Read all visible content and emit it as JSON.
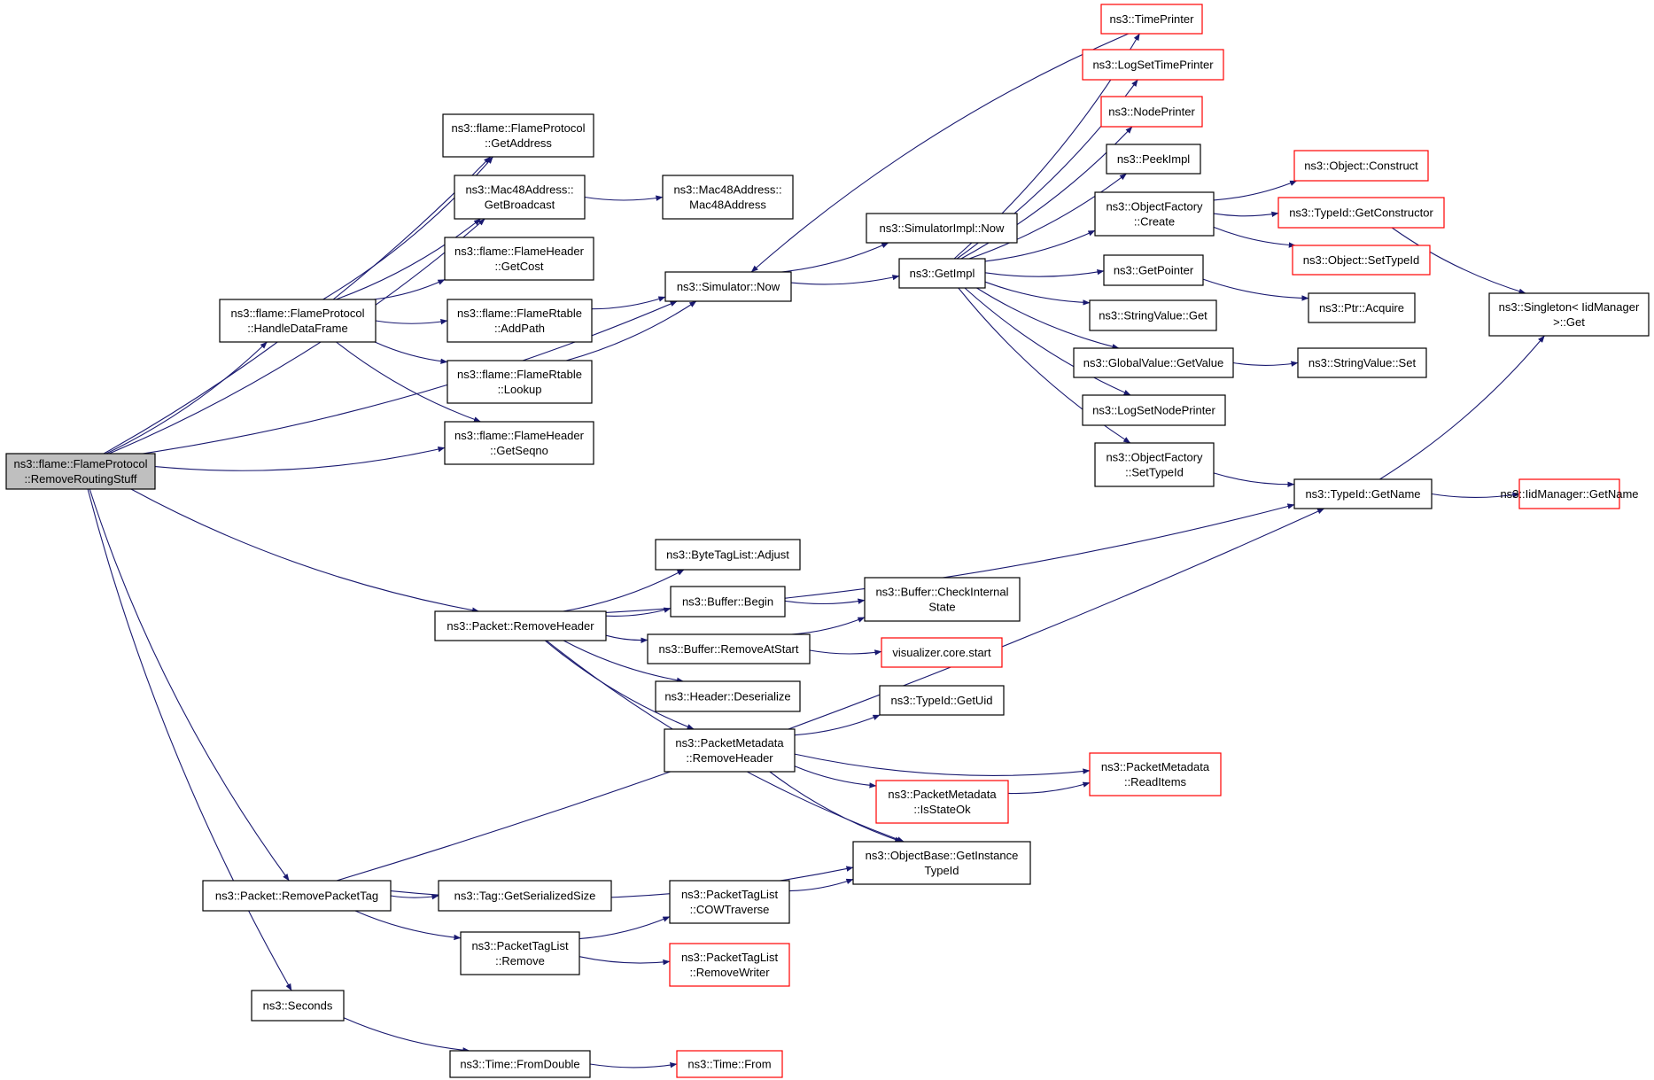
{
  "colors": {
    "edge": "#191970",
    "normal_border": "#000000",
    "truncated_border": "#ff0000",
    "root_fill": "#bfbfbf",
    "node_fill": "#ffffff"
  },
  "nodes": [
    {
      "id": "root",
      "lines": [
        "ns3::flame::FlameProtocol",
        "::RemoveRoutingStuff"
      ],
      "style": "root"
    },
    {
      "id": "getAddress",
      "lines": [
        "ns3::flame::FlameProtocol",
        "::GetAddress"
      ],
      "style": "normal"
    },
    {
      "id": "getBroadcast",
      "lines": [
        "ns3::Mac48Address::",
        "GetBroadcast"
      ],
      "style": "normal"
    },
    {
      "id": "mac48",
      "lines": [
        "ns3::Mac48Address::",
        "Mac48Address"
      ],
      "style": "normal"
    },
    {
      "id": "getCost",
      "lines": [
        "ns3::flame::FlameHeader",
        "::GetCost"
      ],
      "style": "normal"
    },
    {
      "id": "handleDF",
      "lines": [
        "ns3::flame::FlameProtocol",
        "::HandleDataFrame"
      ],
      "style": "normal"
    },
    {
      "id": "addPath",
      "lines": [
        "ns3::flame::FlameRtable",
        "::AddPath"
      ],
      "style": "normal"
    },
    {
      "id": "lookup",
      "lines": [
        "ns3::flame::FlameRtable",
        "::Lookup"
      ],
      "style": "normal"
    },
    {
      "id": "getSeqno",
      "lines": [
        "ns3::flame::FlameHeader",
        "::GetSeqno"
      ],
      "style": "normal"
    },
    {
      "id": "simNow",
      "lines": [
        "ns3::Simulator::Now"
      ],
      "style": "normal"
    },
    {
      "id": "simImplNow",
      "lines": [
        "ns3::SimulatorImpl::Now"
      ],
      "style": "normal"
    },
    {
      "id": "getImpl",
      "lines": [
        "ns3::GetImpl"
      ],
      "style": "normal"
    },
    {
      "id": "timePrinter",
      "lines": [
        "ns3::TimePrinter"
      ],
      "style": "truncated"
    },
    {
      "id": "logSetTimePrinter",
      "lines": [
        "ns3::LogSetTimePrinter"
      ],
      "style": "truncated"
    },
    {
      "id": "nodePrinter",
      "lines": [
        "ns3::NodePrinter"
      ],
      "style": "truncated"
    },
    {
      "id": "peekImpl",
      "lines": [
        "ns3::PeekImpl"
      ],
      "style": "normal"
    },
    {
      "id": "ofCreate",
      "lines": [
        "ns3::ObjectFactory",
        "::Create"
      ],
      "style": "normal"
    },
    {
      "id": "objConstruct",
      "lines": [
        "ns3::Object::Construct"
      ],
      "style": "truncated"
    },
    {
      "id": "getConstructor",
      "lines": [
        "ns3::TypeId::GetConstructor"
      ],
      "style": "truncated"
    },
    {
      "id": "setTypeId",
      "lines": [
        "ns3::Object::SetTypeId"
      ],
      "style": "truncated"
    },
    {
      "id": "getPointer",
      "lines": [
        "ns3::GetPointer"
      ],
      "style": "normal"
    },
    {
      "id": "ptrAcquire",
      "lines": [
        "ns3::Ptr::Acquire"
      ],
      "style": "normal"
    },
    {
      "id": "stringValueGet",
      "lines": [
        "ns3::StringValue::Get"
      ],
      "style": "normal"
    },
    {
      "id": "globalGetValue",
      "lines": [
        "ns3::GlobalValue::GetValue"
      ],
      "style": "normal"
    },
    {
      "id": "stringValueSet",
      "lines": [
        "ns3::StringValue::Set"
      ],
      "style": "normal"
    },
    {
      "id": "logSetNodePrinter",
      "lines": [
        "ns3::LogSetNodePrinter"
      ],
      "style": "normal"
    },
    {
      "id": "ofSetTypeId",
      "lines": [
        "ns3::ObjectFactory",
        "::SetTypeId"
      ],
      "style": "normal"
    },
    {
      "id": "singleton",
      "lines": [
        "ns3::Singleton< IidManager",
        " >::Get"
      ],
      "style": "normal"
    },
    {
      "id": "typeIdGetName",
      "lines": [
        "ns3::TypeId::GetName"
      ],
      "style": "normal"
    },
    {
      "id": "iidGetName",
      "lines": [
        "ns3::IidManager::GetName"
      ],
      "style": "truncated"
    },
    {
      "id": "pktRemoveHeader",
      "lines": [
        "ns3::Packet::RemoveHeader"
      ],
      "style": "normal"
    },
    {
      "id": "byteTagAdjust",
      "lines": [
        "ns3::ByteTagList::Adjust"
      ],
      "style": "normal"
    },
    {
      "id": "bufferBegin",
      "lines": [
        "ns3::Buffer::Begin"
      ],
      "style": "normal"
    },
    {
      "id": "checkInternal",
      "lines": [
        "ns3::Buffer::CheckInternal",
        "State"
      ],
      "style": "normal"
    },
    {
      "id": "removeAtStart",
      "lines": [
        "ns3::Buffer::RemoveAtStart"
      ],
      "style": "normal"
    },
    {
      "id": "vizStart",
      "lines": [
        "visualizer.core.start"
      ],
      "style": "truncated"
    },
    {
      "id": "headerDeserialize",
      "lines": [
        "ns3::Header::Deserialize"
      ],
      "style": "normal"
    },
    {
      "id": "typeIdGetUid",
      "lines": [
        "ns3::TypeId::GetUid"
      ],
      "style": "normal"
    },
    {
      "id": "pmRemoveHeader",
      "lines": [
        "ns3::PacketMetadata",
        "::RemoveHeader"
      ],
      "style": "normal"
    },
    {
      "id": "pmReadItems",
      "lines": [
        "ns3::PacketMetadata",
        "::ReadItems"
      ],
      "style": "truncated"
    },
    {
      "id": "pmIsStateOk",
      "lines": [
        "ns3::PacketMetadata",
        "::IsStateOk"
      ],
      "style": "truncated"
    },
    {
      "id": "objBaseGetIT",
      "lines": [
        "ns3::ObjectBase::GetInstance",
        "TypeId"
      ],
      "style": "normal"
    },
    {
      "id": "pktRemoveTag",
      "lines": [
        "ns3::Packet::RemovePacketTag"
      ],
      "style": "normal"
    },
    {
      "id": "tagSerSize",
      "lines": [
        "ns3::Tag::GetSerializedSize"
      ],
      "style": "normal"
    },
    {
      "id": "ptlCOW",
      "lines": [
        "ns3::PacketTagList",
        "::COWTraverse"
      ],
      "style": "normal"
    },
    {
      "id": "ptlRemove",
      "lines": [
        "ns3::PacketTagList",
        "::Remove"
      ],
      "style": "normal"
    },
    {
      "id": "ptlRemoveWriter",
      "lines": [
        "ns3::PacketTagList",
        "::RemoveWriter"
      ],
      "style": "truncated"
    },
    {
      "id": "seconds",
      "lines": [
        "ns3::Seconds"
      ],
      "style": "normal"
    },
    {
      "id": "timeFromDouble",
      "lines": [
        "ns3::Time::FromDouble"
      ],
      "style": "normal"
    },
    {
      "id": "timeFrom",
      "lines": [
        "ns3::Time::From"
      ],
      "style": "truncated"
    }
  ],
  "edges": [
    {
      "from": "root",
      "to": "getAddress"
    },
    {
      "from": "root",
      "to": "getBroadcast"
    },
    {
      "from": "root",
      "to": "handleDF"
    },
    {
      "from": "root",
      "to": "getSeqno"
    },
    {
      "from": "root",
      "to": "simNow"
    },
    {
      "from": "root",
      "to": "pktRemoveHeader"
    },
    {
      "from": "root",
      "to": "pktRemoveTag"
    },
    {
      "from": "root",
      "to": "seconds"
    },
    {
      "from": "handleDF",
      "to": "getAddress"
    },
    {
      "from": "handleDF",
      "to": "getBroadcast"
    },
    {
      "from": "handleDF",
      "to": "getCost"
    },
    {
      "from": "handleDF",
      "to": "addPath"
    },
    {
      "from": "handleDF",
      "to": "lookup"
    },
    {
      "from": "handleDF",
      "to": "getSeqno"
    },
    {
      "from": "getBroadcast",
      "to": "mac48"
    },
    {
      "from": "addPath",
      "to": "simNow"
    },
    {
      "from": "lookup",
      "to": "simNow"
    },
    {
      "from": "simNow",
      "to": "simImplNow"
    },
    {
      "from": "simNow",
      "to": "getImpl"
    },
    {
      "from": "timePrinter",
      "to": "simNow"
    },
    {
      "from": "getImpl",
      "to": "timePrinter"
    },
    {
      "from": "getImpl",
      "to": "logSetTimePrinter"
    },
    {
      "from": "getImpl",
      "to": "nodePrinter"
    },
    {
      "from": "getImpl",
      "to": "peekImpl"
    },
    {
      "from": "getImpl",
      "to": "ofCreate"
    },
    {
      "from": "getImpl",
      "to": "getPointer"
    },
    {
      "from": "getImpl",
      "to": "stringValueGet"
    },
    {
      "from": "getImpl",
      "to": "globalGetValue"
    },
    {
      "from": "getImpl",
      "to": "logSetNodePrinter"
    },
    {
      "from": "getImpl",
      "to": "ofSetTypeId"
    },
    {
      "from": "ofCreate",
      "to": "objConstruct"
    },
    {
      "from": "ofCreate",
      "to": "getConstructor"
    },
    {
      "from": "ofCreate",
      "to": "setTypeId"
    },
    {
      "from": "getConstructor",
      "to": "singleton"
    },
    {
      "from": "getPointer",
      "to": "ptrAcquire"
    },
    {
      "from": "globalGetValue",
      "to": "stringValueSet"
    },
    {
      "from": "ofSetTypeId",
      "to": "typeIdGetName"
    },
    {
      "from": "typeIdGetName",
      "to": "singleton"
    },
    {
      "from": "typeIdGetName",
      "to": "iidGetName"
    },
    {
      "from": "pktRemoveHeader",
      "to": "typeIdGetName"
    },
    {
      "from": "pktRemoveHeader",
      "to": "byteTagAdjust"
    },
    {
      "from": "pktRemoveHeader",
      "to": "bufferBegin"
    },
    {
      "from": "pktRemoveHeader",
      "to": "removeAtStart"
    },
    {
      "from": "pktRemoveHeader",
      "to": "headerDeserialize"
    },
    {
      "from": "pktRemoveHeader",
      "to": "pmRemoveHeader"
    },
    {
      "from": "pktRemoveHeader",
      "to": "objBaseGetIT"
    },
    {
      "from": "bufferBegin",
      "to": "checkInternal"
    },
    {
      "from": "removeAtStart",
      "to": "checkInternal"
    },
    {
      "from": "removeAtStart",
      "to": "vizStart"
    },
    {
      "from": "pmRemoveHeader",
      "to": "typeIdGetUid"
    },
    {
      "from": "pmRemoveHeader",
      "to": "pmReadItems"
    },
    {
      "from": "pmRemoveHeader",
      "to": "pmIsStateOk"
    },
    {
      "from": "pmRemoveHeader",
      "to": "objBaseGetIT"
    },
    {
      "from": "pmIsStateOk",
      "to": "pmReadItems"
    },
    {
      "from": "pktRemoveTag",
      "to": "objBaseGetIT"
    },
    {
      "from": "pktRemoveTag",
      "to": "tagSerSize"
    },
    {
      "from": "pktRemoveTag",
      "to": "ptlRemove"
    },
    {
      "from": "pktRemoveTag",
      "to": "typeIdGetName"
    },
    {
      "from": "ptlRemove",
      "to": "ptlCOW"
    },
    {
      "from": "ptlRemove",
      "to": "ptlRemoveWriter"
    },
    {
      "from": "ptlCOW",
      "to": "objBaseGetIT"
    },
    {
      "from": "seconds",
      "to": "timeFromDouble"
    },
    {
      "from": "timeFromDouble",
      "to": "timeFrom"
    }
  ]
}
